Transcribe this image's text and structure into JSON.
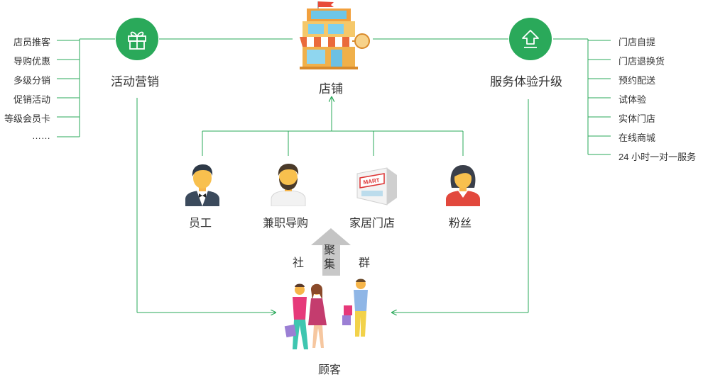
{
  "colors": {
    "accent": "#2aa95a",
    "line": "#2aa95a",
    "arrow_gray": "#c8c8c8"
  },
  "activity": {
    "title": "活动营销",
    "icon": "gift-icon",
    "items": [
      "店员推客",
      "导购优惠",
      "多级分销",
      "促销活动",
      "等级会员卡",
      "……"
    ]
  },
  "store": {
    "title": "店铺",
    "icon": "storefront-icon"
  },
  "service": {
    "title": "服务体验升级",
    "icon": "upload-arrow-icon",
    "items": [
      "门店自提",
      "门店退换货",
      "预约配送",
      "试体验",
      "实体门店",
      "在线商城",
      "24 小时一对一服务"
    ]
  },
  "roles": [
    {
      "label": "员工",
      "icon": "staff-person-icon"
    },
    {
      "label": "兼职导购",
      "icon": "bearded-person-icon"
    },
    {
      "label": "家居门店",
      "icon": "mart-building-icon"
    },
    {
      "label": "粉丝",
      "icon": "fan-woman-icon"
    }
  ],
  "aggregate": {
    "left": "社",
    "vertical": "聚集",
    "right": "群"
  },
  "customer": {
    "title": "顾客",
    "icon": "shoppers-icon"
  }
}
